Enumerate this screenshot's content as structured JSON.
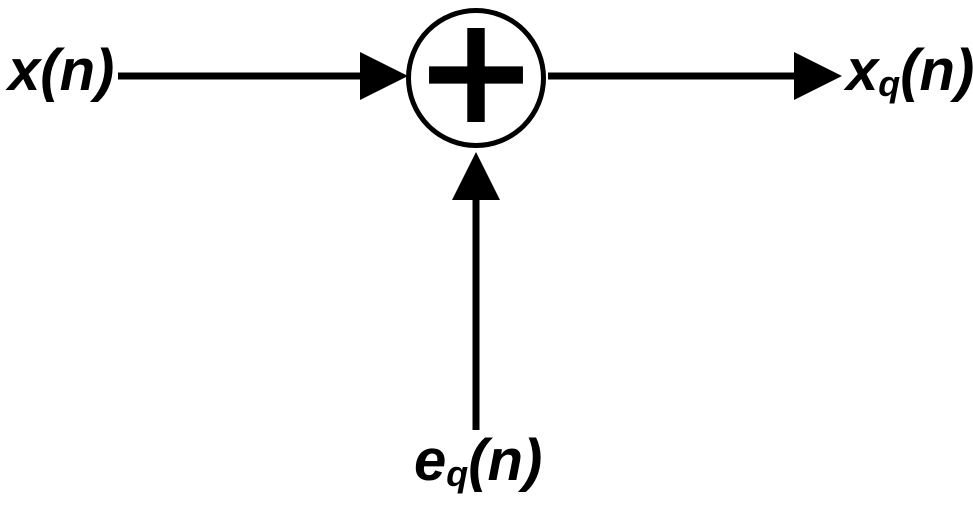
{
  "diagram": {
    "background": "#ffffff",
    "stroke_color": "#000000",
    "input_label": {
      "base": "x",
      "rest": "(n)"
    },
    "output_label": {
      "base": "x",
      "sub": "q",
      "rest": "(n)"
    },
    "noise_label": {
      "base": "e",
      "sub": "q",
      "rest": "(n)"
    },
    "summing_node": {
      "symbol": "+"
    }
  }
}
